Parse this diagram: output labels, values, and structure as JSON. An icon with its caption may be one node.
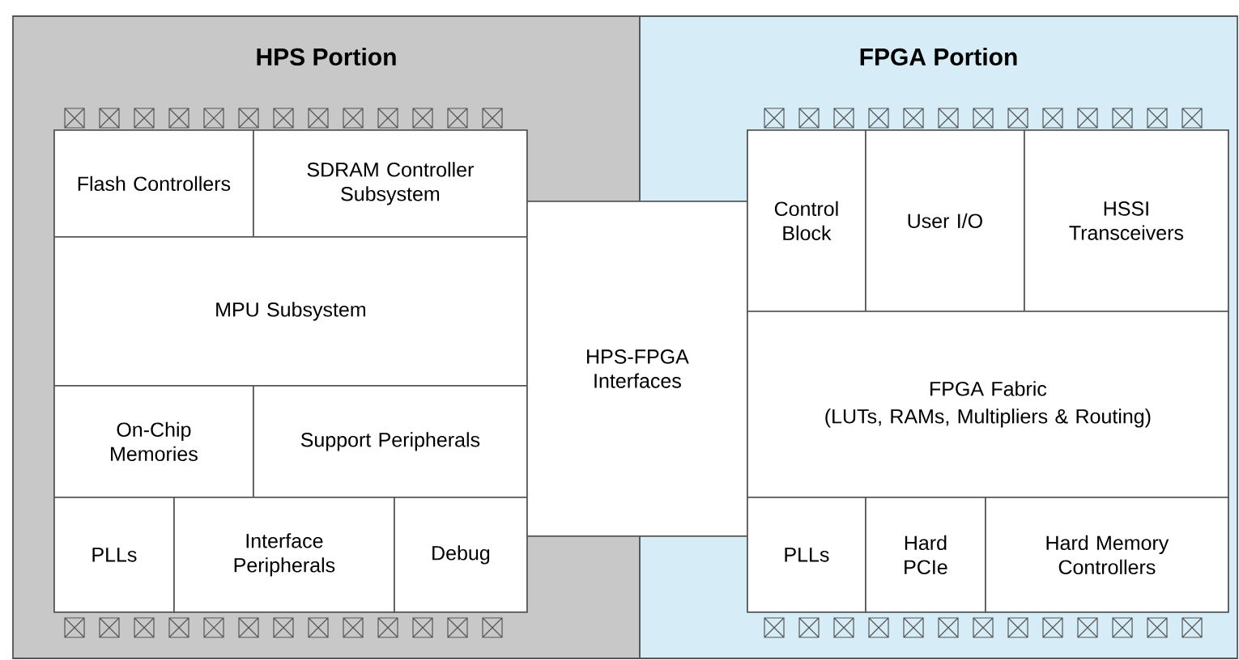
{
  "diagram": {
    "nodes": [
      {
        "text": [
          "HPS Portion"
        ]
      },
      {
        "text": [
          "FPGA Portion"
        ]
      },
      {
        "text": [
          "Flash Controllers"
        ],
        "in": 0
      },
      {
        "text": [
          "SDRAM Controller Subsystem"
        ],
        "in": 0
      },
      {
        "text": [
          "MPU Subsystem"
        ],
        "in": 0
      },
      {
        "text": [
          "On-Chip Memories"
        ],
        "in": 0
      },
      {
        "text": [
          "Support Peripherals"
        ],
        "in": 0
      },
      {
        "text": [
          "PLLs"
        ],
        "in": 0
      },
      {
        "text": [
          "Interface Peripherals"
        ],
        "in": 0
      },
      {
        "text": [
          "Debug"
        ],
        "in": 0
      },
      {
        "text": [
          "HPS-FPGA Interfaces"
        ]
      },
      {
        "text": [
          "Control Block"
        ],
        "in": 1
      },
      {
        "text": [
          "User I/O"
        ],
        "in": 1
      },
      {
        "text": [
          "HSSI Transceivers"
        ],
        "in": 1
      },
      {
        "text": [
          "FPGA Fabric",
          "(LUTs, RAMs, Multipliers & Routing)"
        ],
        "in": 1
      },
      {
        "text": [
          "PLLs"
        ],
        "in": 1
      },
      {
        "text": [
          "Hard PCIe"
        ],
        "in": 1
      },
      {
        "text": [
          "Hard Memory Controllers"
        ],
        "in": 1
      }
    ]
  }
}
